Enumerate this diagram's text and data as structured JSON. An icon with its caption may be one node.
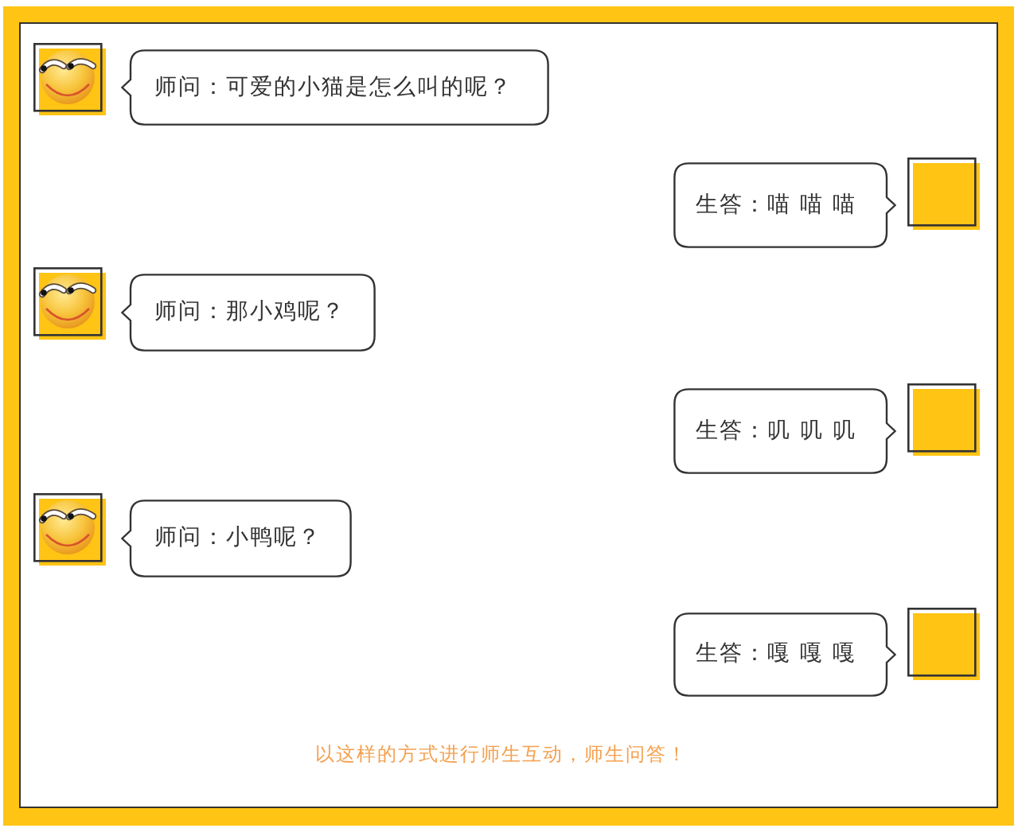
{
  "diagram": {
    "nodes": [
      {
        "text": [
          "师问：可爱的小猫是怎么叫的呢？"
        ]
      },
      {
        "text": [
          "生答：喵 喵 喵"
        ]
      },
      {
        "text": [
          "师问：那小鸡呢？"
        ]
      },
      {
        "text": [
          "生答：叽 叽 叽"
        ]
      },
      {
        "text": [
          "师问：小鸭呢？"
        ]
      },
      {
        "text": [
          "生答：嘎 嘎 嘎"
        ]
      }
    ],
    "labels": [
      "以这样的方式进行师生互动，师生问答！"
    ]
  }
}
